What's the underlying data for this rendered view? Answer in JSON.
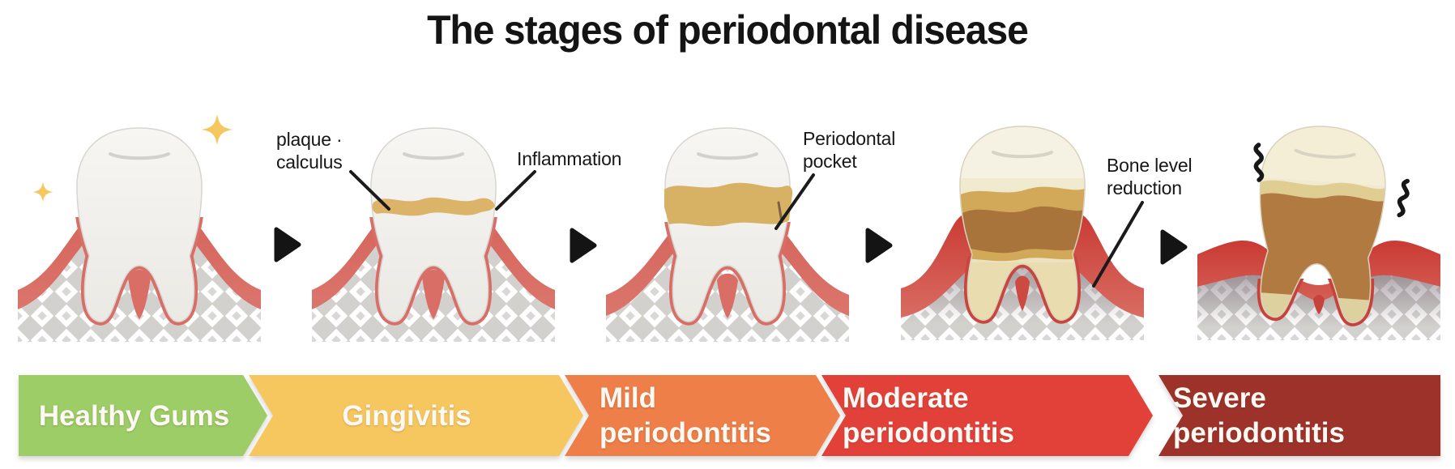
{
  "title": "The stages of periodontal disease",
  "stages": [
    {
      "name": "healthy-gums",
      "line1": "Healthy Gums",
      "line2": "",
      "color": "#9ccd67"
    },
    {
      "name": "gingivitis",
      "line1": "Gingivitis",
      "line2": "",
      "color": "#f7c75f"
    },
    {
      "name": "mild-periodontitis",
      "line1": "Mild",
      "line2": "periodontitis",
      "color": "#ee7f48"
    },
    {
      "name": "moderate-periodontitis",
      "line1": "Moderate",
      "line2": "periodontitis",
      "color": "#e2413a"
    },
    {
      "name": "severe-periodontitis",
      "line1": "Severe",
      "line2": "periodontitis",
      "color": "#9d322b"
    }
  ],
  "annotations": {
    "plaque": {
      "line1": "plaque ·",
      "line2": "calculus"
    },
    "inflammation": {
      "line1": "Inflammation"
    },
    "pocket": {
      "line1": "Periodontal",
      "line2": "pocket"
    },
    "bone": {
      "line1": "Bone level",
      "line2": "reduction"
    }
  },
  "palette": {
    "gum": "#d96e66",
    "gum_inflamed": "#c93a33",
    "tooth": "#f4f3f0",
    "plaque_tan": "#dcb469",
    "tartar_brown": "#a8743c",
    "bone_gray": "#d9d8d6",
    "arrow_black": "#141414",
    "sparkle_yellow": "#f6c65f",
    "banner_text": "#fbf9f2"
  }
}
